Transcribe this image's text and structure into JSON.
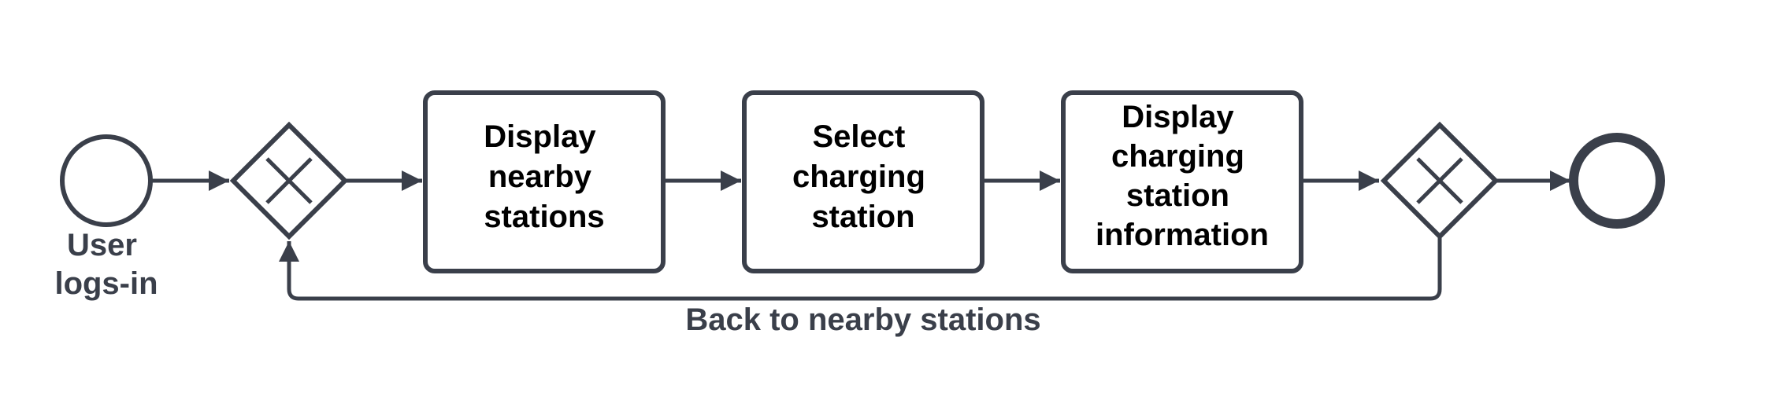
{
  "colors": {
    "stroke": "#3a3f4a",
    "task_text": "#000000",
    "fill": "#ffffff"
  },
  "start_event": {
    "label_lines": [
      "User",
      "logs-in"
    ]
  },
  "tasks": [
    {
      "label_lines": [
        "Display",
        "nearby",
        "stations"
      ]
    },
    {
      "label_lines": [
        "Select",
        "charging",
        "station"
      ]
    },
    {
      "label_lines": [
        "Display",
        "charging",
        "station",
        "information"
      ]
    }
  ],
  "gateways": [
    {
      "type": "exclusive",
      "icon": "x-icon"
    },
    {
      "type": "exclusive",
      "icon": "x-icon"
    }
  ],
  "end_event": {},
  "loop_flow": {
    "label": "Back to nearby stations"
  }
}
